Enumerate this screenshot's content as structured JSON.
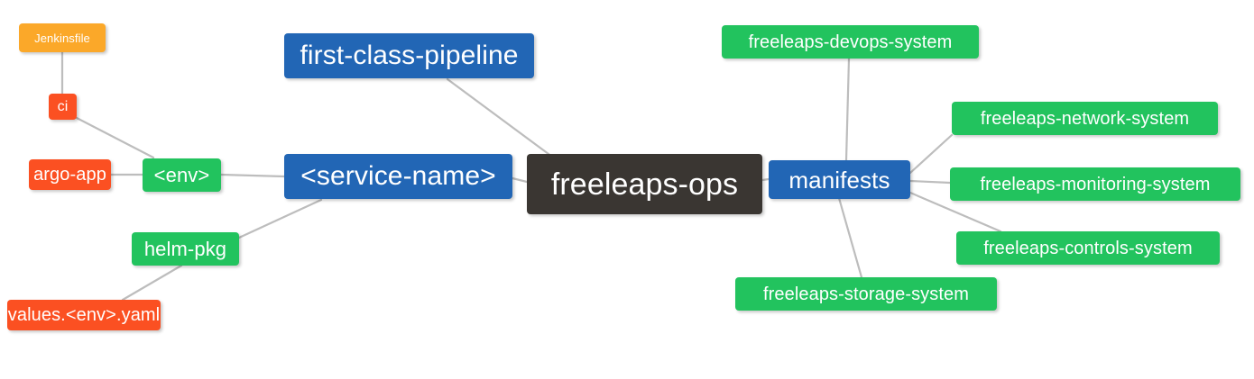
{
  "diagram": {
    "type": "mindmap",
    "title": "freeleaps-ops",
    "background": "#ffffff",
    "edge_color": "#bbbbbb",
    "palette": {
      "root": "#3a3632",
      "branch_blue": "#2266b5",
      "branch_green": "#22c35e",
      "branch_orange": "#fb5022",
      "branch_amber": "#fba829",
      "text": "#ffffff"
    }
  },
  "nodes": {
    "root": {
      "label": "freeleaps-ops",
      "color": "#3a3632"
    },
    "service_name": {
      "label": "<service-name>",
      "color": "#2266b5"
    },
    "first_class_pipeline": {
      "label": "first-class-pipeline",
      "color": "#2266b5"
    },
    "manifests": {
      "label": "manifests",
      "color": "#2266b5"
    },
    "env": {
      "label": "<env>",
      "color": "#22c35e"
    },
    "helm_pkg": {
      "label": "helm-pkg",
      "color": "#22c35e"
    },
    "ci": {
      "label": "ci",
      "color": "#fb5022"
    },
    "argo_app": {
      "label": "argo-app",
      "color": "#fb5022"
    },
    "values_yaml": {
      "label": "values.<env>.yaml",
      "color": "#fb5022"
    },
    "jenkinsfile": {
      "label": "Jenkinsfile",
      "color": "#fba829"
    },
    "devops_system": {
      "label": "freeleaps-devops-system",
      "color": "#22c35e"
    },
    "network_system": {
      "label": "freeleaps-network-system",
      "color": "#22c35e"
    },
    "monitoring_system": {
      "label": "freeleaps-monitoring-system",
      "color": "#22c35e"
    },
    "controls_system": {
      "label": "freeleaps-controls-system",
      "color": "#22c35e"
    },
    "storage_system": {
      "label": "freeleaps-storage-system",
      "color": "#22c35e"
    }
  },
  "edges": [
    {
      "from": "root",
      "to": "service_name"
    },
    {
      "from": "root",
      "to": "first_class_pipeline"
    },
    {
      "from": "root",
      "to": "manifests"
    },
    {
      "from": "service_name",
      "to": "env"
    },
    {
      "from": "service_name",
      "to": "helm_pkg"
    },
    {
      "from": "env",
      "to": "ci"
    },
    {
      "from": "env",
      "to": "argo_app"
    },
    {
      "from": "ci",
      "to": "jenkinsfile"
    },
    {
      "from": "helm_pkg",
      "to": "values_yaml"
    },
    {
      "from": "manifests",
      "to": "devops_system"
    },
    {
      "from": "manifests",
      "to": "network_system"
    },
    {
      "from": "manifests",
      "to": "monitoring_system"
    },
    {
      "from": "manifests",
      "to": "controls_system"
    },
    {
      "from": "manifests",
      "to": "storage_system"
    }
  ]
}
